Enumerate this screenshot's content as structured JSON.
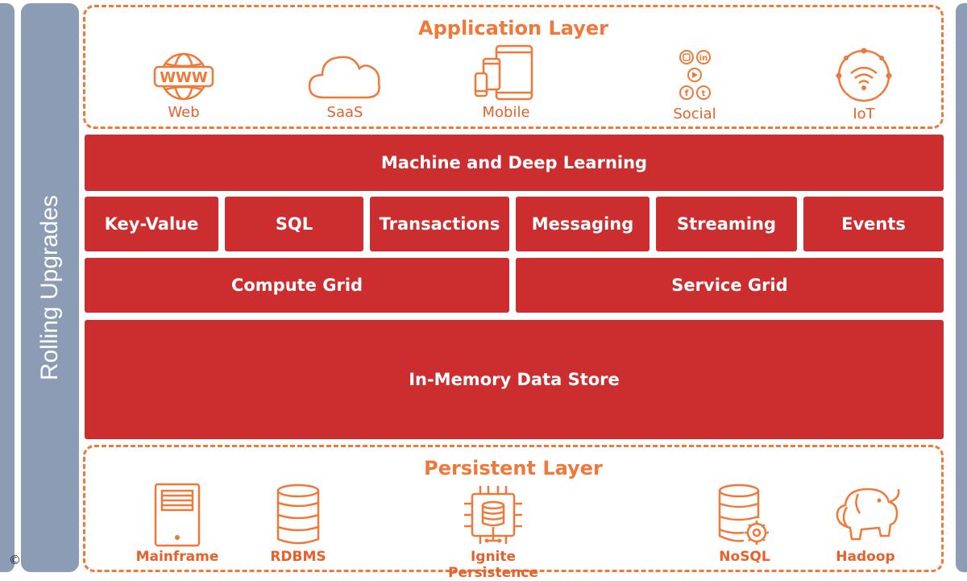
{
  "side": {
    "rolling_label": "Rolling Upgrades",
    "copyright": "©"
  },
  "application_layer": {
    "title": "Application Layer",
    "items": [
      {
        "label": "Web",
        "icon": "www-globe-icon"
      },
      {
        "label": "SaaS",
        "icon": "cloud-icon"
      },
      {
        "label": "Mobile",
        "icon": "mobile-devices-icon"
      },
      {
        "label": "Social",
        "icon": "social-media-icon"
      },
      {
        "label": "IoT",
        "icon": "iot-wifi-icon"
      }
    ]
  },
  "stack": {
    "ml": "Machine and Deep Learning",
    "apis": [
      "Key-Value",
      "SQL",
      "Transactions",
      "Messaging",
      "Streaming",
      "Events"
    ],
    "compute_grid": "Compute Grid",
    "service_grid": "Service Grid",
    "data_store": "In-Memory Data Store"
  },
  "persistent_layer": {
    "title": "Persistent Layer",
    "items": [
      {
        "label": "Mainframe",
        "icon": "mainframe-server-icon"
      },
      {
        "label": "RDBMS",
        "icon": "database-icon"
      },
      {
        "label": "Ignite Persistence",
        "icon": "chip-database-icon"
      },
      {
        "label": "NoSQL",
        "icon": "database-gear-icon"
      },
      {
        "label": "Hadoop",
        "icon": "hadoop-elephant-icon"
      }
    ]
  },
  "colors": {
    "accent_orange": "#f07838",
    "block_red": "#cc2e30",
    "side_blue_gray": "#8c9cb4"
  }
}
